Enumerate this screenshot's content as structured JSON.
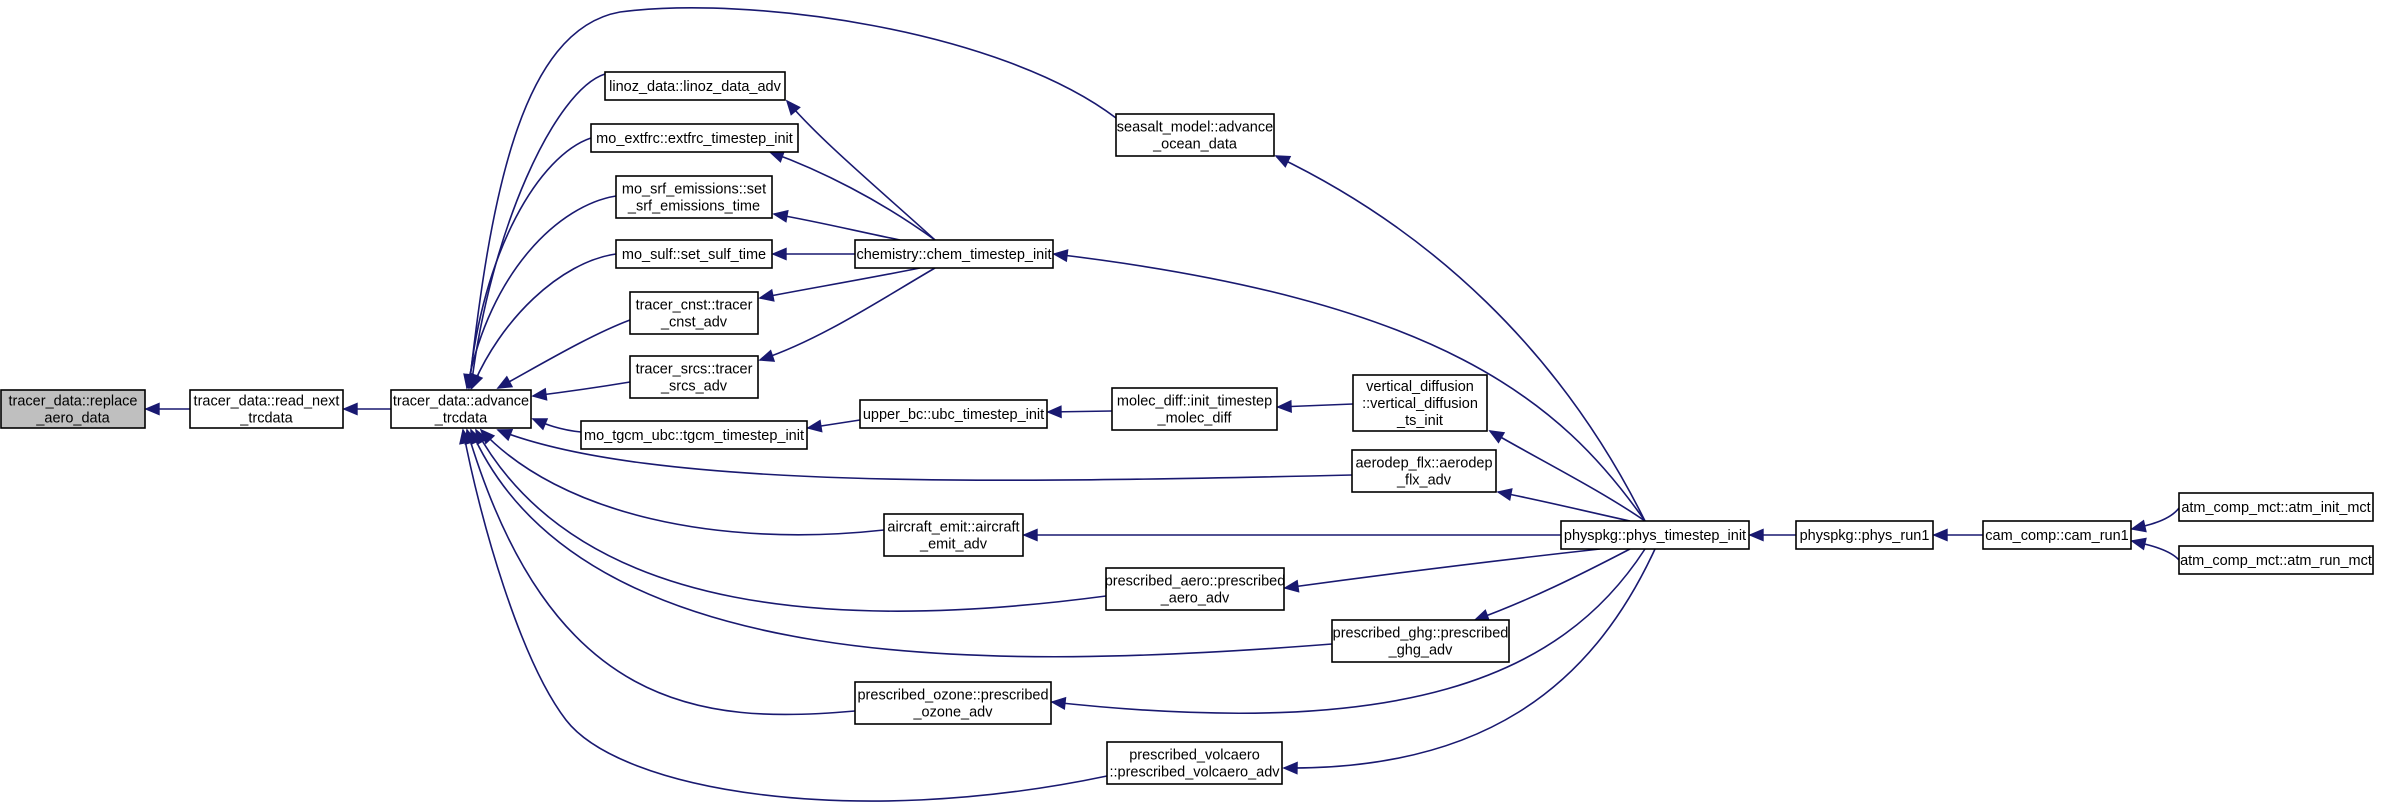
{
  "nodes": {
    "replace": [
      "tracer_data::replace",
      "_aero_data"
    ],
    "read_next": [
      "tracer_data::read_next",
      "_trcdata"
    ],
    "advance": [
      "tracer_data::advance",
      "_trcdata"
    ],
    "linoz": [
      "linoz_data::linoz_data_adv"
    ],
    "extfrc": [
      "mo_extfrc::extfrc_timestep_init"
    ],
    "srf": [
      "mo_srf_emissions::set",
      "_srf_emissions_time"
    ],
    "sulf": [
      "mo_sulf::set_sulf_time"
    ],
    "cnst": [
      "tracer_cnst::tracer",
      "_cnst_adv"
    ],
    "srcs": [
      "tracer_srcs::tracer",
      "_srcs_adv"
    ],
    "tgcm": [
      "mo_tgcm_ubc::tgcm_timestep_init"
    ],
    "seasalt": [
      "seasalt_model::advance",
      "_ocean_data"
    ],
    "chem": [
      "chemistry::chem_timestep_init"
    ],
    "ubc": [
      "upper_bc::ubc_timestep_init"
    ],
    "molec": [
      "molec_diff::init_timestep",
      "_molec_diff"
    ],
    "vdiff": [
      "vertical_diffusion",
      "::vertical_diffusion",
      "_ts_init"
    ],
    "aerodep": [
      "aerodep_flx::aerodep",
      "_flx_adv"
    ],
    "aircraft": [
      "aircraft_emit::aircraft",
      "_emit_adv"
    ],
    "presc_aero": [
      "prescribed_aero::prescribed",
      "_aero_adv"
    ],
    "presc_ghg": [
      "prescribed_ghg::prescribed",
      "_ghg_adv"
    ],
    "presc_ozone": [
      "prescribed_ozone::prescribed",
      "_ozone_adv"
    ],
    "presc_volc": [
      "prescribed_volcaero",
      "::prescribed_volcaero_adv"
    ],
    "phys_ts": [
      "physpkg::phys_timestep_init"
    ],
    "phys_run1": [
      "physpkg::phys_run1"
    ],
    "cam_run1": [
      "cam_comp::cam_run1"
    ],
    "atm_init": [
      "atm_comp_mct::atm_init_mct"
    ],
    "atm_run": [
      "atm_comp_mct::atm_run_mct"
    ]
  }
}
